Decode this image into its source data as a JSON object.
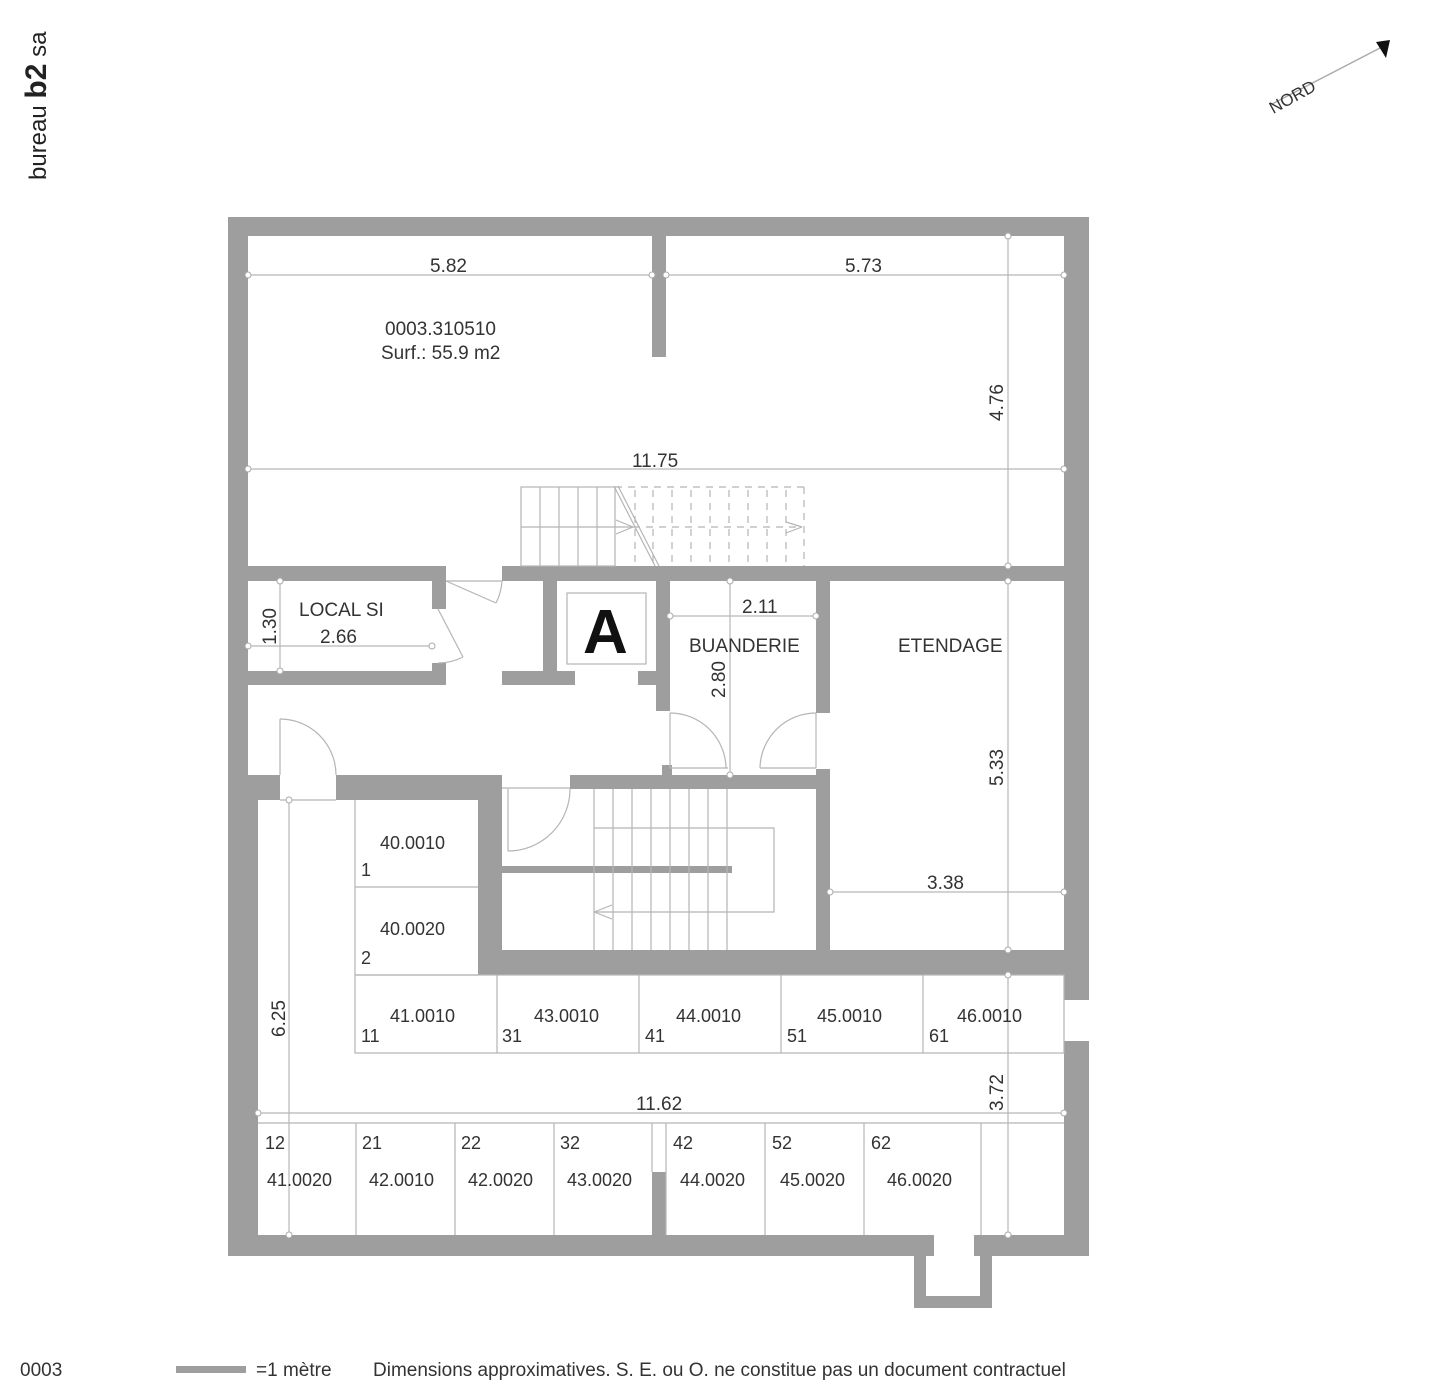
{
  "brand": {
    "prefix": "bureau",
    "bold": "b2",
    "suffix": "sa"
  },
  "north": {
    "label": "NORD"
  },
  "plan": {
    "main_room": {
      "code": "0003.310510",
      "surface": "Surf.: 55.9 m2"
    },
    "rooms": {
      "local_si": "LOCAL SI",
      "buanderie": "BUANDERIE",
      "etendage": "ETENDAGE",
      "lift": "A"
    },
    "dimensions": {
      "top_left_width": "5.82",
      "top_right_width": "5.73",
      "top_height": "4.76",
      "overall_width_top": "11.75",
      "local_si_height": "1.30",
      "local_si_width": "2.66",
      "buanderie_width": "2.11",
      "buanderie_height": "2.80",
      "etendage_height": "5.33",
      "etendage_width": "3.38",
      "left_height": "6.25",
      "overall_width_bottom": "11.62",
      "cellar_height": "3.72"
    },
    "cellars_upper_left": [
      {
        "code": "40.0010",
        "num": "1"
      },
      {
        "code": "40.0020",
        "num": "2"
      }
    ],
    "cellars_middle_row": [
      {
        "code": "41.0010",
        "num": "11"
      },
      {
        "code": "43.0010",
        "num": "31"
      },
      {
        "code": "44.0010",
        "num": "41"
      },
      {
        "code": "45.0010",
        "num": "51"
      },
      {
        "code": "46.0010",
        "num": "61"
      }
    ],
    "cellars_bottom_row": [
      {
        "code": "41.0020",
        "num": "12"
      },
      {
        "code": "42.0010",
        "num": "21"
      },
      {
        "code": "42.0020",
        "num": "22"
      },
      {
        "code": "43.0020",
        "num": "32"
      },
      {
        "code": "44.0020",
        "num": "42"
      },
      {
        "code": "45.0020",
        "num": "52"
      },
      {
        "code": "46.0020",
        "num": "62"
      }
    ]
  },
  "footer": {
    "plan_number": "0003",
    "scale_label": "=1 mètre",
    "disclaimer": "Dimensions approximatives. S. E. ou O. ne constitue pas un document contractuel"
  },
  "colors": {
    "wall": "#9e9e9e",
    "line": "#b5b5b5",
    "text": "#333333"
  }
}
